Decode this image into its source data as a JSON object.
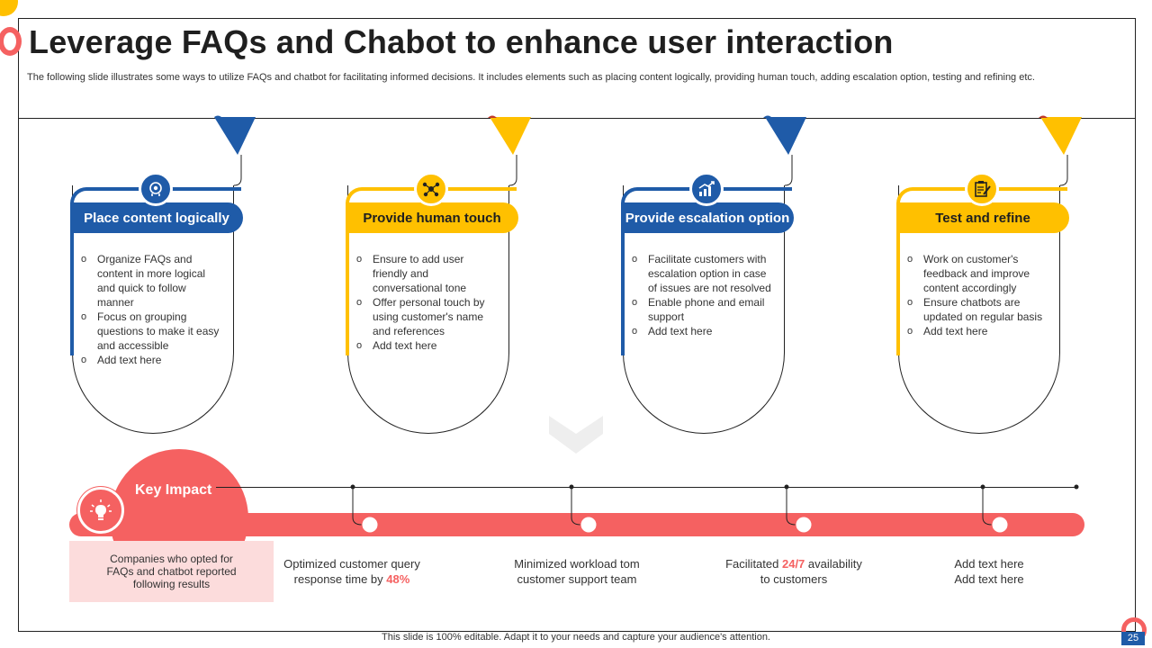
{
  "title": "Leverage FAQs and Chabot to enhance user interaction",
  "subtitle": "The following slide illustrates some ways to utilize FAQs  and chatbot for facilitating informed decisions. It includes elements such as placing content logically, providing human touch, adding escalation option, testing and refining etc.",
  "cards": [
    {
      "heading": "Place content logically",
      "icon": "head-gear-icon",
      "color": "#1F5BA8",
      "bullets": [
        "Organize FAQs and content in more logical and quick to follow manner",
        "Focus on grouping questions to make it easy and accessible",
        "Add text here"
      ]
    },
    {
      "heading": "Provide human touch",
      "icon": "network-people-icon",
      "color": "#FFC000",
      "bullets": [
        "Ensure to add user friendly and conversational  tone",
        "Offer personal touch by using customer's name and references",
        "Add text here"
      ]
    },
    {
      "heading": "Provide escalation option",
      "icon": "growth-chart-icon",
      "color": "#1F5BA8",
      "bullets": [
        "Facilitate customers with escalation option in case of issues are not resolved",
        "Enable phone and email support",
        "Add text here"
      ]
    },
    {
      "heading": "Test and refine",
      "icon": "clipboard-check-icon",
      "color": "#FFC000",
      "bullets": [
        "Work on customer's feedback and improve content accordingly",
        "Ensure chatbots are updated on regular basis",
        "Add text here"
      ]
    }
  ],
  "key_impact": {
    "label": "Key Impact",
    "description": "Companies who opted for FAQs and chatbot reported following results",
    "results": [
      {
        "pre": "Optimized customer query response time by ",
        "highlight": "48%",
        "post": ""
      },
      {
        "pre": "Minimized workload tom customer support team",
        "highlight": "",
        "post": ""
      },
      {
        "pre": "Facilitated ",
        "highlight": "24/7",
        "post": " availability to customers"
      },
      {
        "pre": "Add text here",
        "highlight": "",
        "post": "",
        "line2": "Add text here"
      }
    ]
  },
  "footer": "This slide is 100% editable.  Adapt it to your needs and capture your audience's attention.",
  "page_number": "25",
  "colors": {
    "blue": "#1F5BA8",
    "yellow": "#FFC000",
    "coral": "#F56161",
    "pink": "#FCDCDC"
  }
}
